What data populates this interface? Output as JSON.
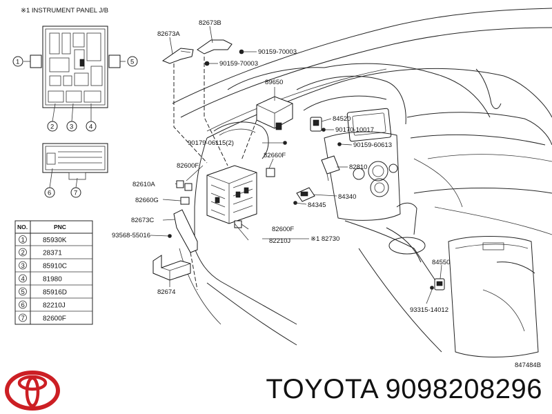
{
  "diagram": {
    "inset_title": "※1 INSTRUMENT PANEL J/B",
    "drawing_code": "847484B",
    "callouts": [
      "82673A",
      "82673B",
      "90159-70003",
      "90159-70003",
      "89650",
      "84520",
      "90170-10017",
      "90179-06115(2)",
      "90159-60613",
      "82660F",
      "82600F",
      "82810",
      "82610A",
      "84340",
      "84345",
      "82660G",
      "82673C",
      "82600F",
      "※1 82730",
      "93568-55016",
      "82210J",
      "84550",
      "82674",
      "93315-14012"
    ],
    "circle_numbers": [
      "1",
      "2",
      "3",
      "4",
      "5",
      "6",
      "7"
    ]
  },
  "table": {
    "headers": [
      "NO.",
      "PNC"
    ],
    "rows": [
      {
        "no": "1",
        "pnc": "85930K"
      },
      {
        "no": "2",
        "pnc": "28371"
      },
      {
        "no": "3",
        "pnc": "85910C"
      },
      {
        "no": "4",
        "pnc": "81980"
      },
      {
        "no": "5",
        "pnc": "85916D"
      },
      {
        "no": "6",
        "pnc": "82210J"
      },
      {
        "no": "7",
        "pnc": "82600F"
      }
    ]
  },
  "brand": {
    "name": "TOYOTA 9098208296",
    "logo_icon": "toyota-logo-icon",
    "logo_color": "#cc1f24"
  }
}
